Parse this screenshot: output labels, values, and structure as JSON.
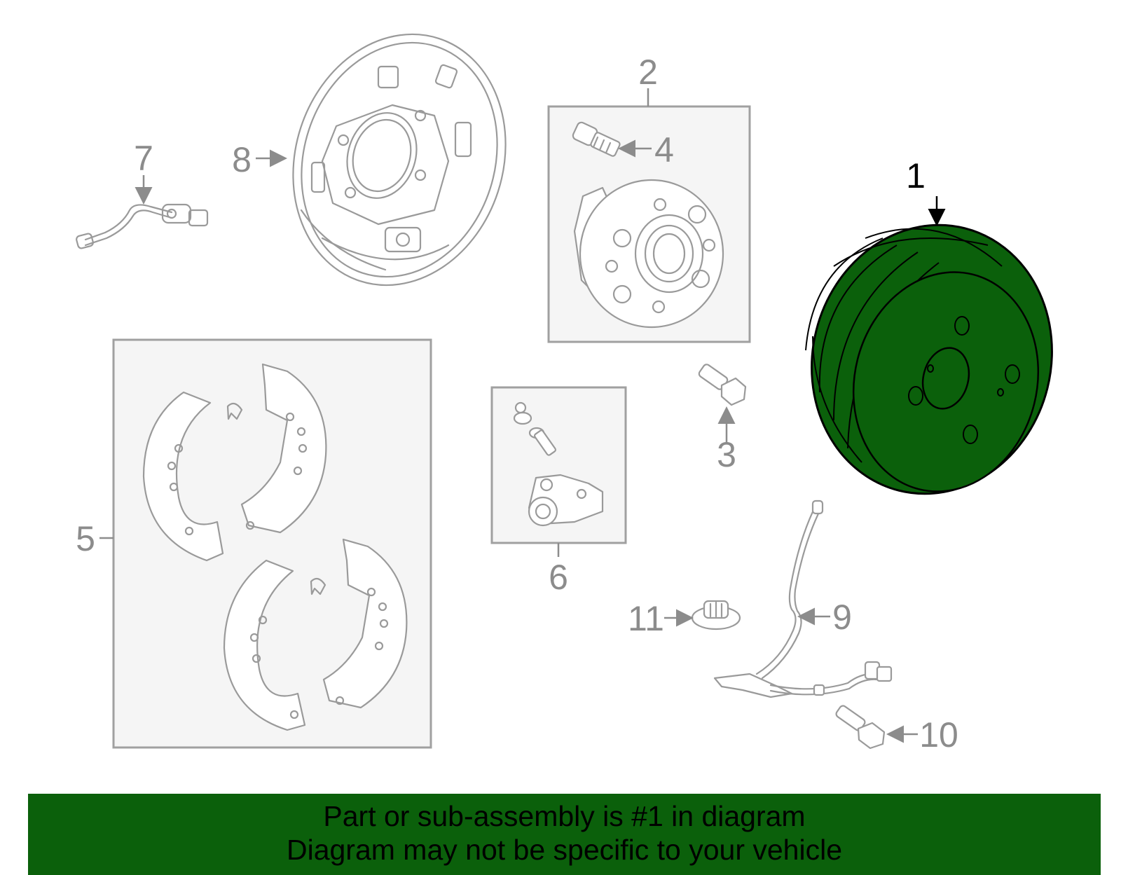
{
  "diagram": {
    "callouts": [
      {
        "id": "1",
        "label": "1",
        "highlighted": true
      },
      {
        "id": "2",
        "label": "2"
      },
      {
        "id": "3",
        "label": "3"
      },
      {
        "id": "4",
        "label": "4"
      },
      {
        "id": "5",
        "label": "5"
      },
      {
        "id": "6",
        "label": "6"
      },
      {
        "id": "7",
        "label": "7"
      },
      {
        "id": "8",
        "label": "8"
      },
      {
        "id": "9",
        "label": "9"
      },
      {
        "id": "10",
        "label": "10"
      },
      {
        "id": "11",
        "label": "11"
      }
    ],
    "highlight_color": "#0b600b",
    "line_color": "#9a9a9a"
  },
  "caption": {
    "line1": "Part or sub-assembly is #1 in diagram",
    "line2": "Diagram may not be specific to your vehicle"
  }
}
